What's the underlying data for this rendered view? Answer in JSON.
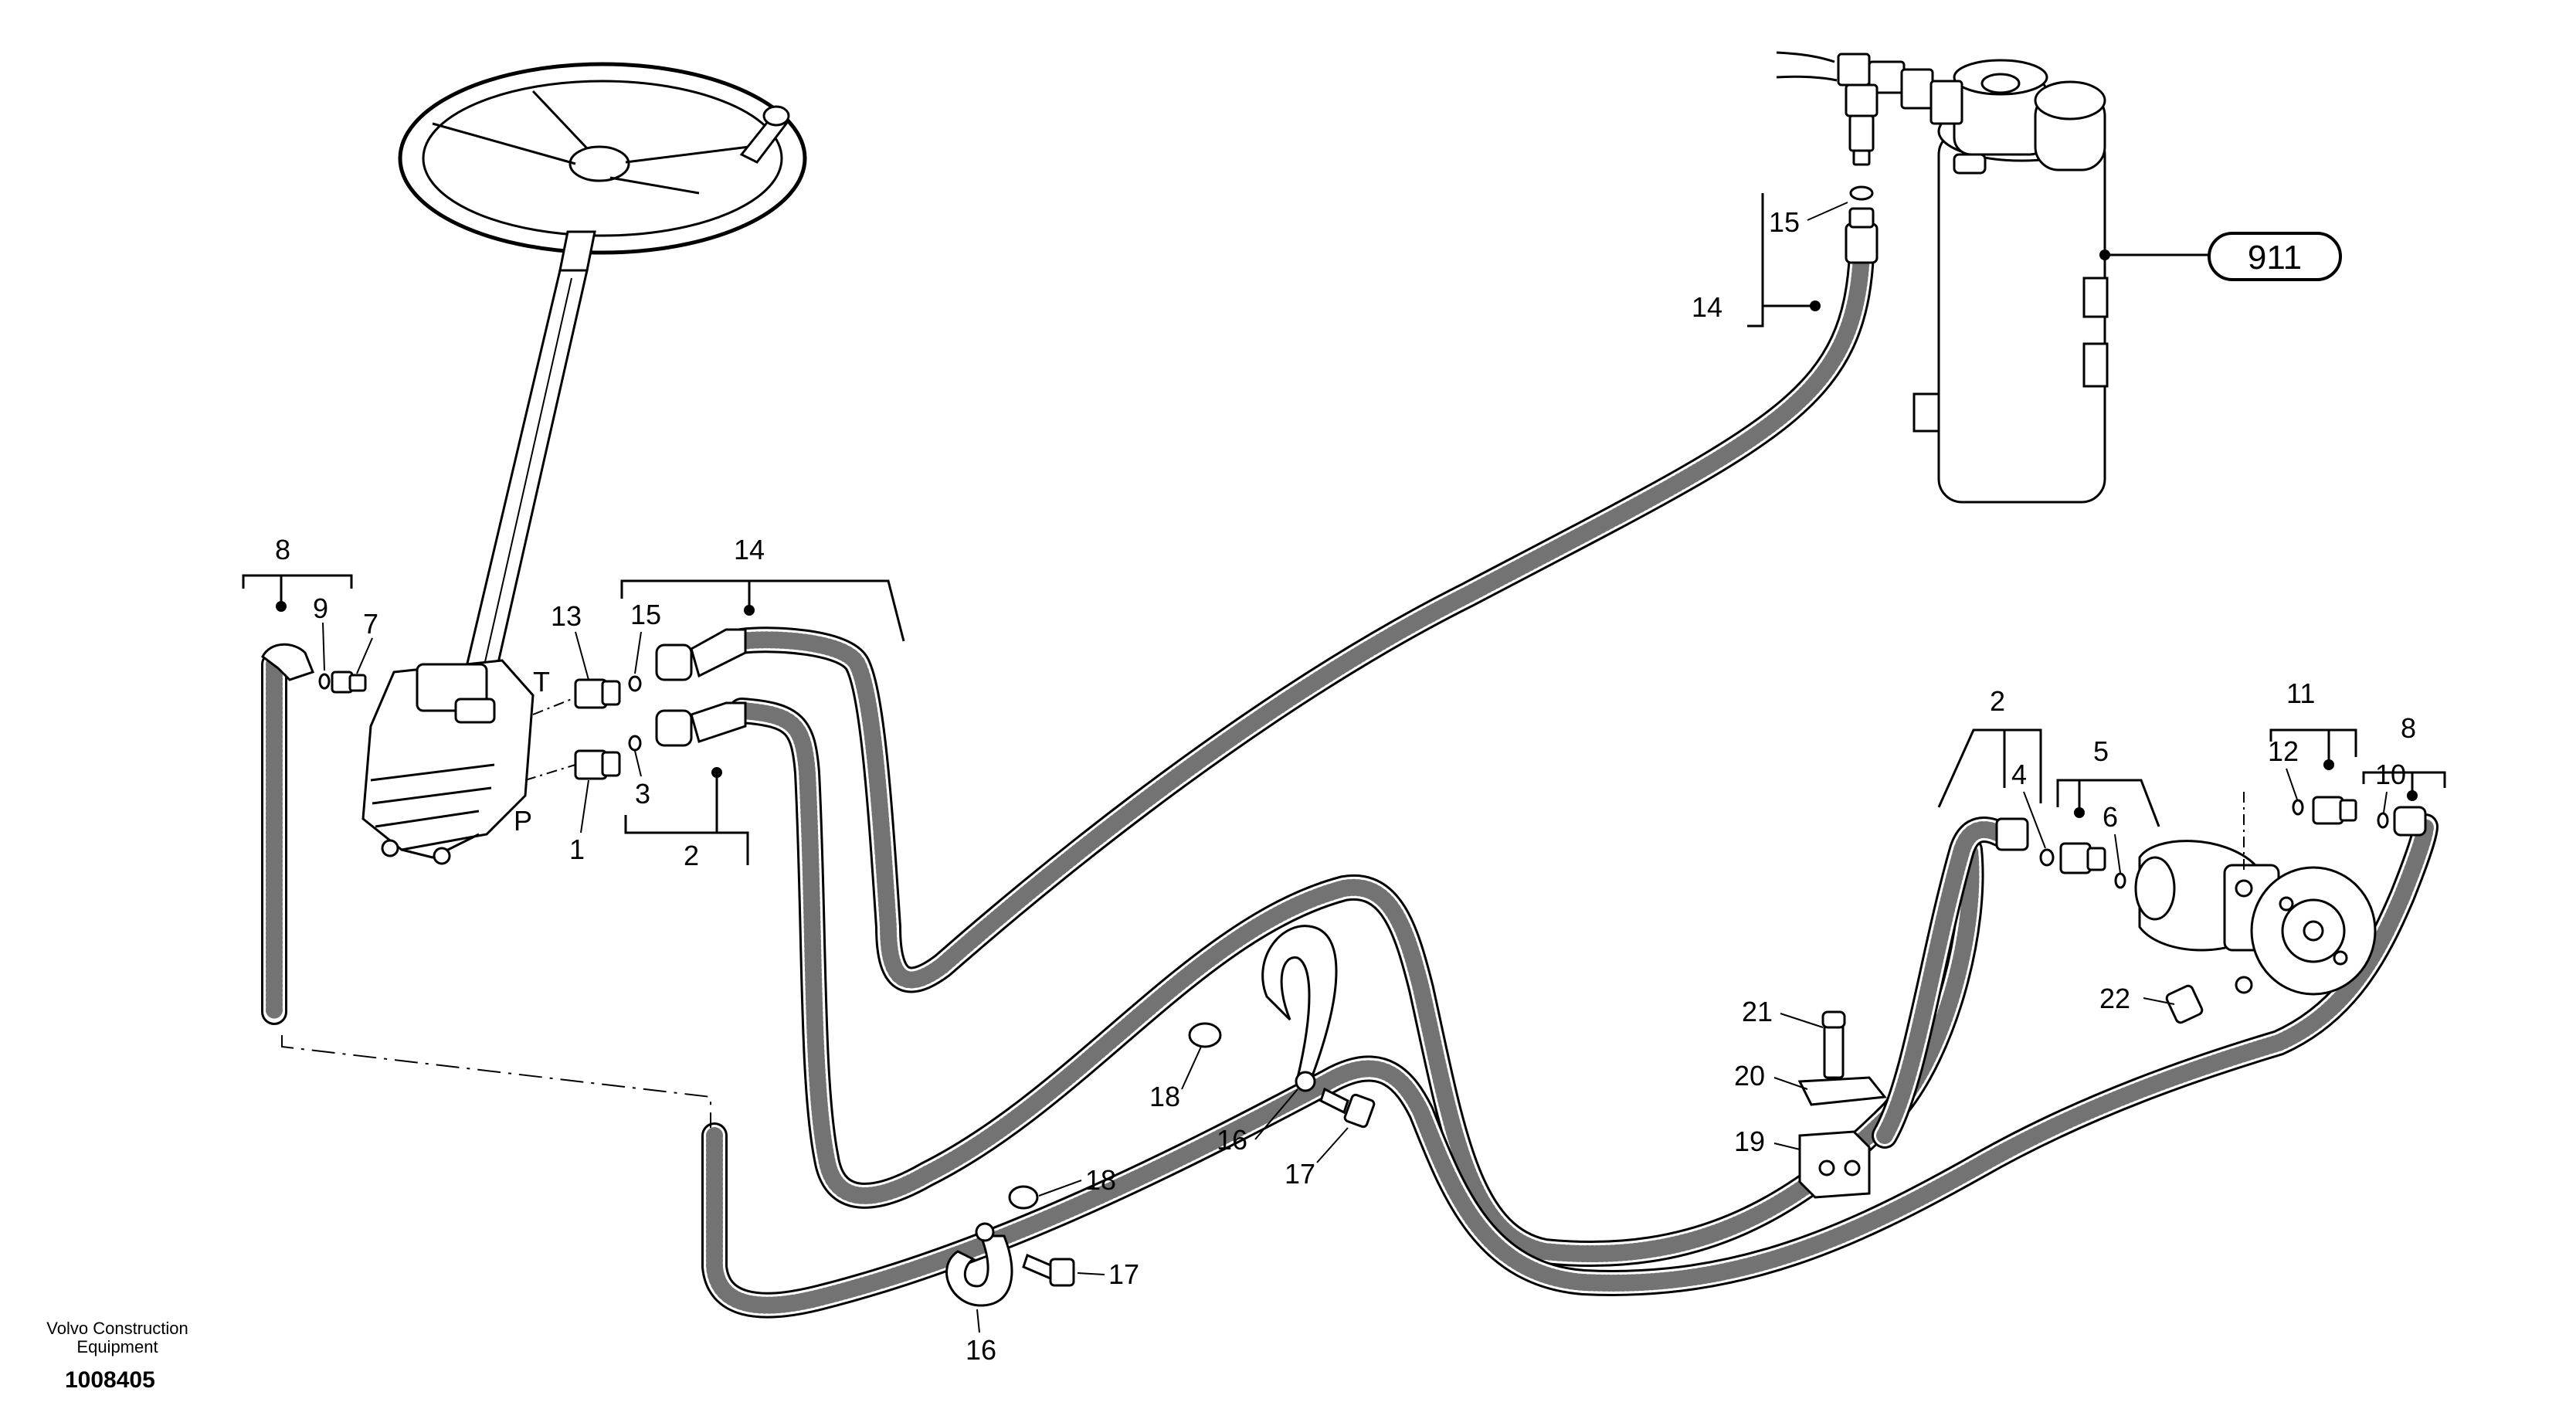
{
  "diagram": {
    "ref_box_label": "911",
    "port_labels": {
      "tank": "T",
      "pressure": "P"
    },
    "callouts": {
      "c1": "1",
      "c2_left": "2",
      "c2_right": "2",
      "c3": "3",
      "c4": "4",
      "c5": "5",
      "c6": "6",
      "c7": "7",
      "c8_left": "8",
      "c8_right": "8",
      "c9": "9",
      "c10": "10",
      "c11": "11",
      "c12": "12",
      "c13": "13",
      "c14_left": "14",
      "c14_top": "14",
      "c15_left": "15",
      "c15_top": "15",
      "c16_a": "16",
      "c16_b": "16",
      "c17_a": "17",
      "c17_b": "17",
      "c18_a": "18",
      "c18_b": "18",
      "c19": "19",
      "c20": "20",
      "c21": "21",
      "c22": "22"
    }
  },
  "footer": {
    "company_line1": "Volvo Construction",
    "company_line2": "Equipment",
    "doc_number": "1008405"
  }
}
